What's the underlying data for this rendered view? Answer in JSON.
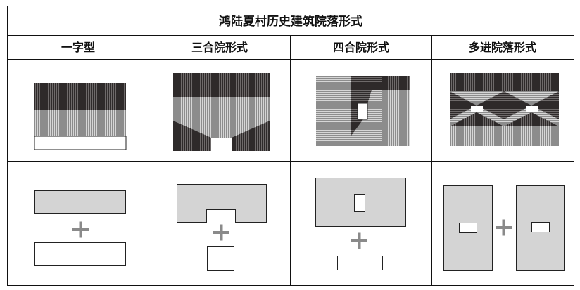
{
  "title": "鸿陆夏村历史建筑院落形式",
  "columns": [
    {
      "label": "一字型"
    },
    {
      "label": "三合院形式"
    },
    {
      "label": "四合院形式"
    },
    {
      "label": "多进院落形式"
    }
  ],
  "colors": {
    "roof_dark": "#3f3a3a",
    "roof_light": "#a9a9a9",
    "block_fill": "#d4d4d4",
    "outline": "#222222",
    "plus": "#8a8a8a"
  },
  "icons": {
    "plus": "plus-icon"
  }
}
